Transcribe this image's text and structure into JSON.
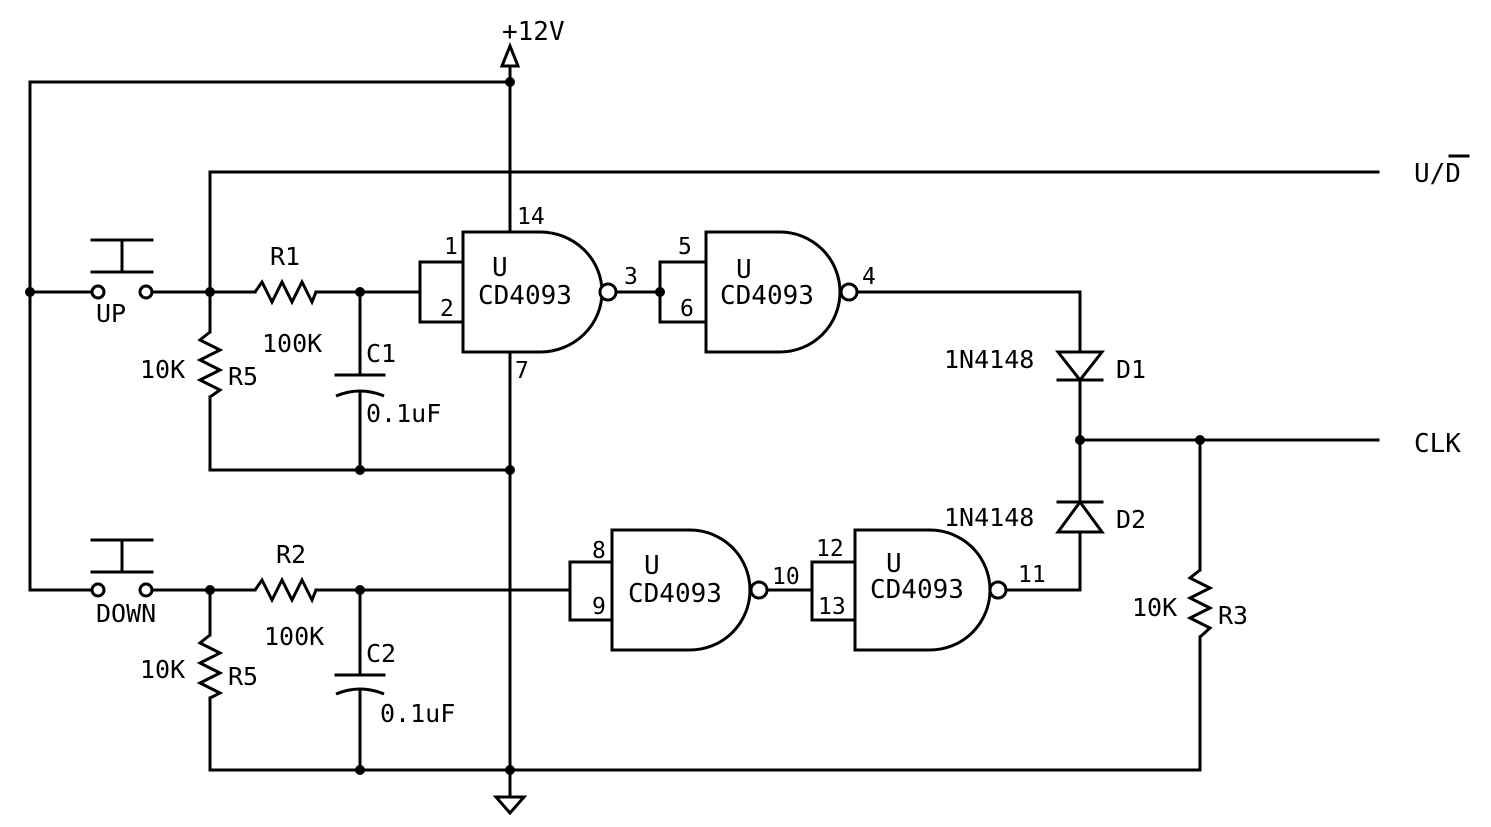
{
  "power": {
    "supply_label": "+12V"
  },
  "nets": {
    "updown": "U/D",
    "clk": "CLK"
  },
  "switches": [
    {
      "label": "UP"
    },
    {
      "label": "DOWN"
    }
  ],
  "resistors": {
    "r1": {
      "ref": "R1",
      "value": "100K"
    },
    "r2": {
      "ref": "R2",
      "value": "100K"
    },
    "r5a": {
      "ref": "R5",
      "value": "10K"
    },
    "r5b": {
      "ref": "R5",
      "value": "10K"
    },
    "r3": {
      "ref": "R3",
      "value": "10K"
    }
  },
  "capacitors": {
    "c1": {
      "ref": "C1",
      "value": "0.1uF"
    },
    "c2": {
      "ref": "C2",
      "value": "0.1uF"
    }
  },
  "diodes": {
    "d1": {
      "ref": "D1",
      "part": "1N4148"
    },
    "d2": {
      "ref": "D2",
      "part": "1N4148"
    }
  },
  "gates": [
    {
      "unit": "U",
      "part": "CD4093",
      "pin_in_a": "1",
      "pin_in_b": "2",
      "pin_out": "3",
      "pin_vdd": "14",
      "pin_vss": "7"
    },
    {
      "unit": "U",
      "part": "CD4093",
      "pin_in_a": "5",
      "pin_in_b": "6",
      "pin_out": "4"
    },
    {
      "unit": "U",
      "part": "CD4093",
      "pin_in_a": "8",
      "pin_in_b": "9",
      "pin_out": "10"
    },
    {
      "unit": "U",
      "part": "CD4093",
      "pin_in_a": "12",
      "pin_in_b": "13",
      "pin_out": "11"
    }
  ]
}
